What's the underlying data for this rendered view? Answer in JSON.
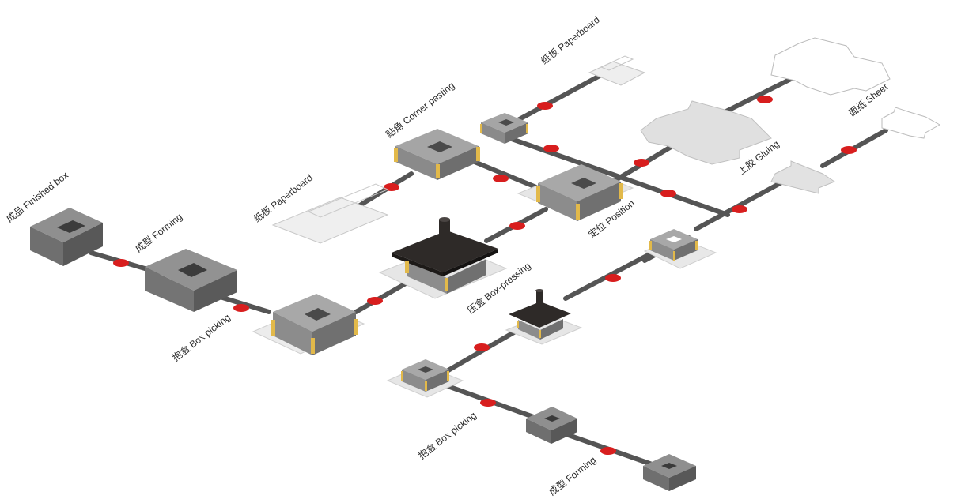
{
  "labels": {
    "finished_box": "成品 Finished box",
    "forming_top": "成型 Forming",
    "box_picking_left": "抱盒 Box picking",
    "paperboard_left": "纸板 Paperboard",
    "corner_pasting": "贴角 Corner pasting",
    "paperboard_top": "纸板 Paperboard",
    "box_pressing": "压盒 Box-pressing",
    "position": "定位 Position",
    "gluing": "上胶 Gluing",
    "sheet": "面纸 Sheet",
    "box_picking_bottom": "抱盒 Box picking",
    "forming_bottom": "成型 Forming"
  },
  "colors": {
    "connector": "#555555",
    "joint": "#d81e1e",
    "box_top": "#9a9a9a",
    "box_left": "#7a7a7a",
    "box_right": "#5e5e5e",
    "press_plate": "#2e2a28",
    "corner_tape": "#e2b94a",
    "sheet_fill": "#e6e6e6",
    "outline_sheet": "#ffffff"
  }
}
